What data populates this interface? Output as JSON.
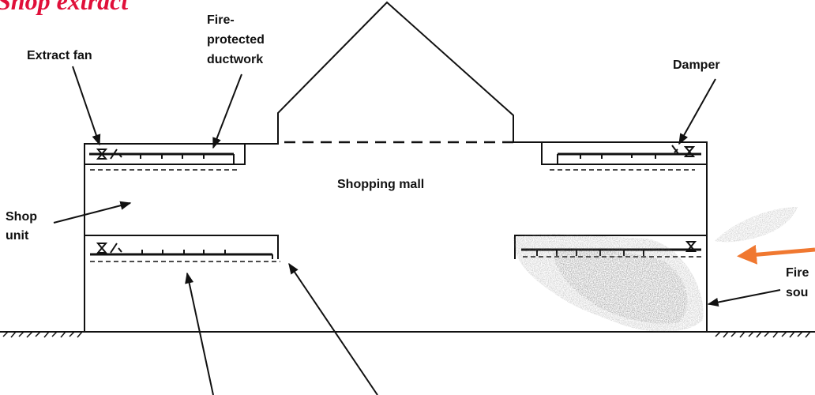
{
  "title": "Shop extract",
  "colors": {
    "title": "#e0103a",
    "arrow_highlight": "#f07830",
    "line": "#111111",
    "smoke": "#555555"
  },
  "labels": {
    "extract_fan": "Extract fan",
    "fire_protected_line1": "Fire-",
    "fire_protected_line2": "protected",
    "fire_protected_line3": "ductwork",
    "damper": "Damper",
    "shopping_mall": "Shopping mall",
    "shop_line1": "Shop",
    "shop_line2": "unit",
    "fire_source_line1": "Fire",
    "fire_source_line2": "sou"
  }
}
